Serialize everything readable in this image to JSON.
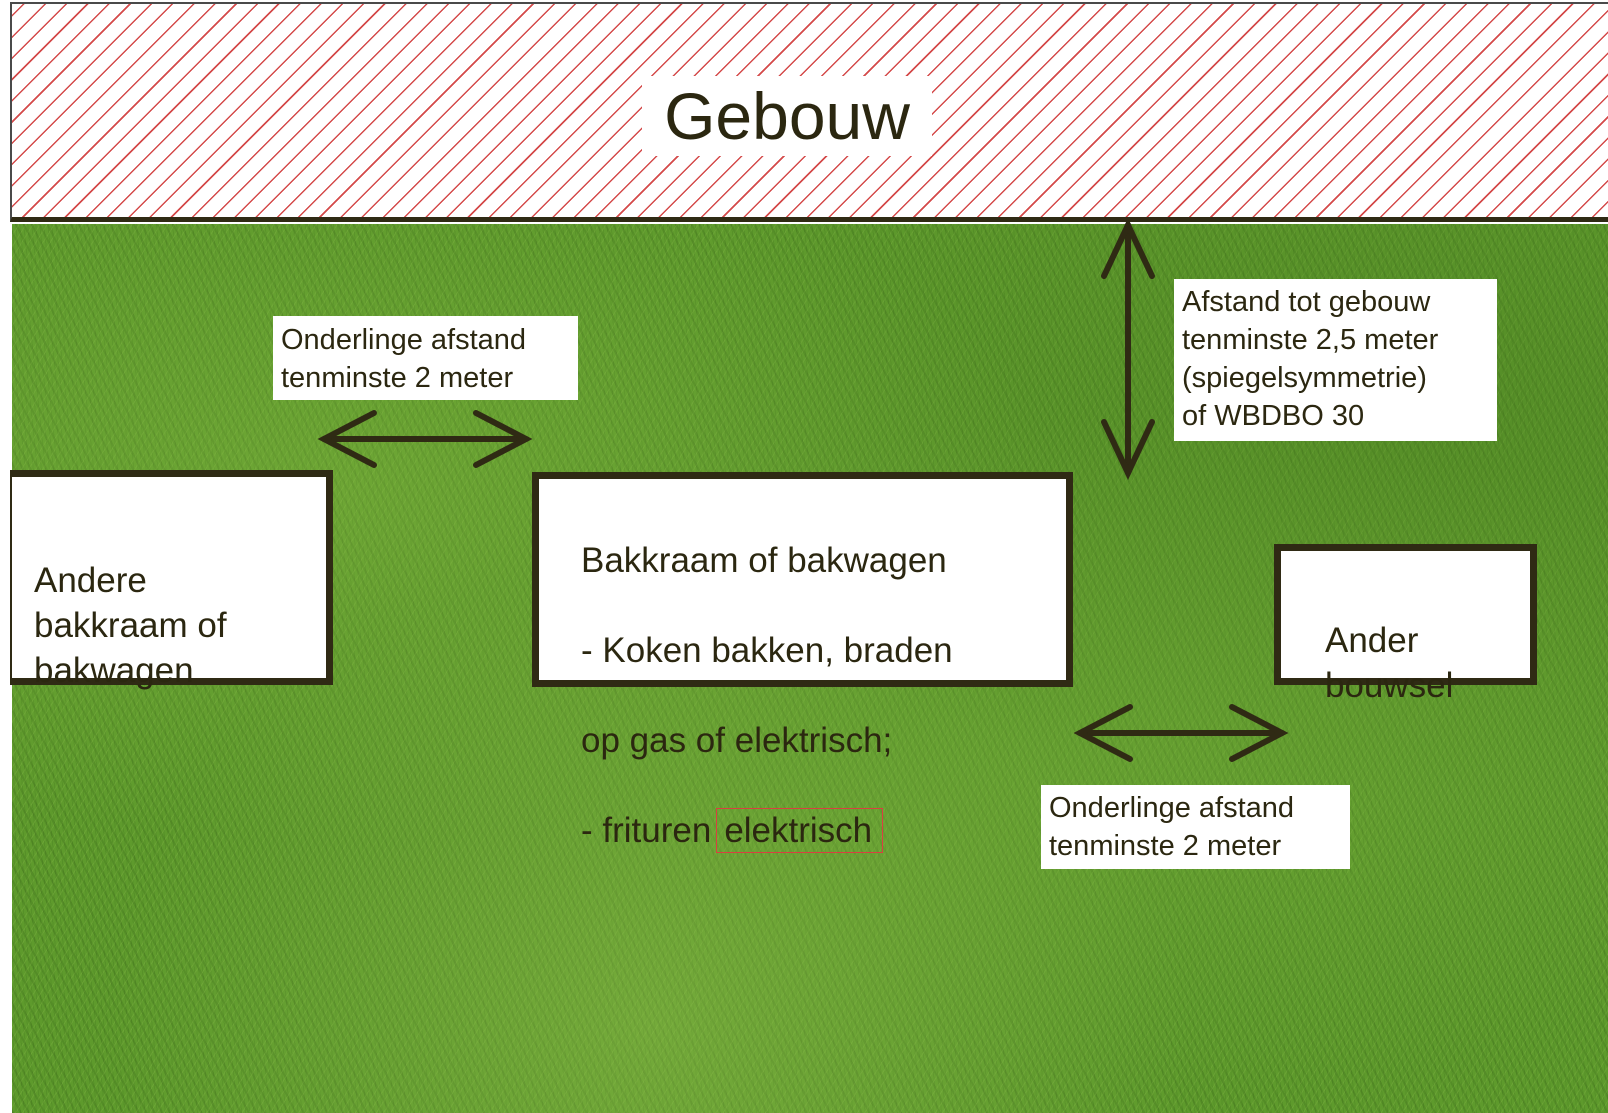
{
  "building": {
    "label": "Gebouw"
  },
  "boxes": {
    "andere": {
      "text": "Andere\nbakkraam of\nbakwagen"
    },
    "bakkraam": {
      "line1": "Bakkraam of bakwagen",
      "line2": "- Koken bakken, braden",
      "line3": "op gas of elektrisch;",
      "line4_prefix": "- frituren",
      "line4_highlight": "elektrisch"
    },
    "ander": {
      "text": "Ander\nbouwsel"
    }
  },
  "notes": {
    "top_left": "Onderlinge afstand\ntenminste 2 meter",
    "building_distance": "Afstand tot gebouw\ntenminste 2,5 meter\n(spiegelsymmetrie)\nof WBDBO 30",
    "bottom": "Onderlinge afstand\ntenminste 2 meter"
  },
  "colors": {
    "outline": "#2f2a14",
    "hatch": "#d44a4a",
    "grass": "#5e9a2c",
    "highlight_border": "#d94040"
  }
}
